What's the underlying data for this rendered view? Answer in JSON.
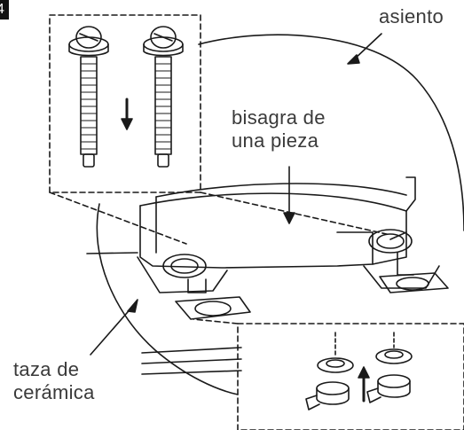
{
  "step": {
    "number": "4"
  },
  "labels": {
    "seat": "asiento",
    "hinge_line1": "bisagra de",
    "hinge_line2": "una pieza",
    "bowl_line1": "taza de",
    "bowl_line2": "cerámica"
  },
  "colors": {
    "line": "#1a1a1a",
    "text": "#3a3a3a",
    "badge": "#111111",
    "background": "#ffffff"
  },
  "icons": [
    "bolt-icon",
    "washer-icon",
    "wing-nut-icon",
    "arrow-down-icon",
    "arrow-up-icon"
  ]
}
